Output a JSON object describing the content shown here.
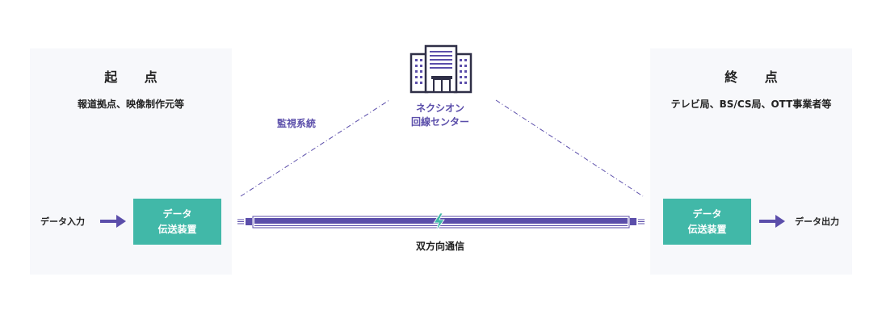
{
  "origin": {
    "title": "起 点",
    "subtitle": "報道拠点、映像制作元等",
    "input_label": "データ入力",
    "device_line1": "データ",
    "device_line2": "伝送装置"
  },
  "destination": {
    "title": "終 点",
    "subtitle": "テレビ局、BS/CS局、OTT事業者等",
    "output_label": "データ出力",
    "device_line1": "データ",
    "device_line2": "伝送装置"
  },
  "center": {
    "line1": "ネクシオン",
    "line2": "回線センター",
    "monitor_label": "監視系統",
    "comm_label": "双方向通信"
  },
  "colors": {
    "accent_purple": "#5b4eaa",
    "device_teal": "#41b8a8",
    "panel_bg": "#f7f8fb",
    "bolt_green": "#41b8a8"
  },
  "icons": {
    "building": "building-icon",
    "arrow": "arrow-right-icon",
    "bolt": "lightning-icon",
    "connector": "connector-icon"
  }
}
